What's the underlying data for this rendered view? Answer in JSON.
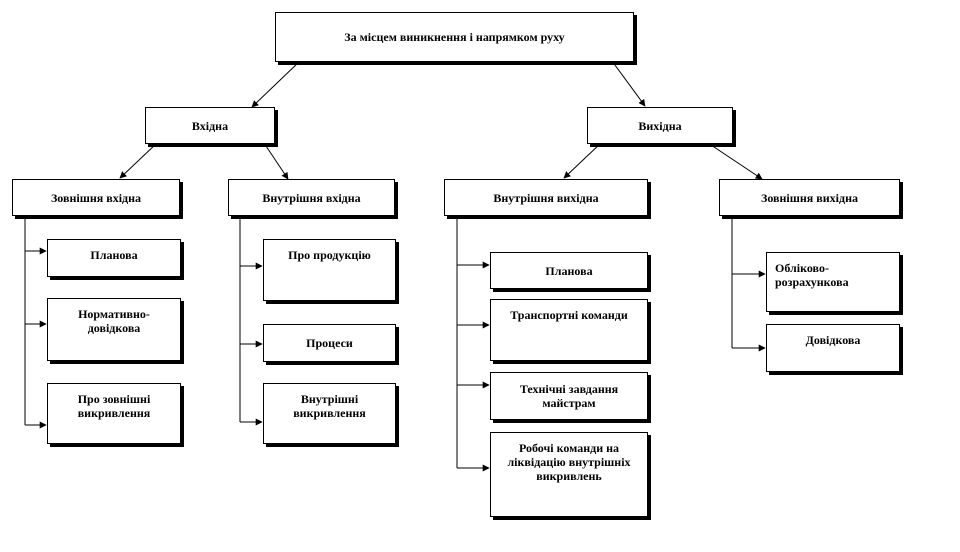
{
  "diagram": {
    "root": "За місцем виникнення і напрямком руху",
    "level1": {
      "incoming": "Вхідна",
      "outgoing": "Вихідна"
    },
    "level2": {
      "external_incoming": "Зовнішня вхідна",
      "internal_incoming": "Внутрішня вхідна",
      "internal_outgoing": "Внутрішня вихідна",
      "external_outgoing": "Зовнішня  вихідна"
    },
    "leaves": {
      "external_incoming": [
        "Планова",
        "Нормативно-довідкова",
        "Про зовнішні викривлення"
      ],
      "internal_incoming": [
        "Про продукцію",
        "Процеси",
        "Внутрішні викривлення"
      ],
      "internal_outgoing": [
        "Планова",
        "Транспортні команди",
        "Технічні  завдання майстрам",
        "Робочі команди на ліквідацію внутрішніх викривлень"
      ],
      "external_outgoing": [
        "Обліково-розрахункова",
        "Довідкова"
      ]
    }
  }
}
